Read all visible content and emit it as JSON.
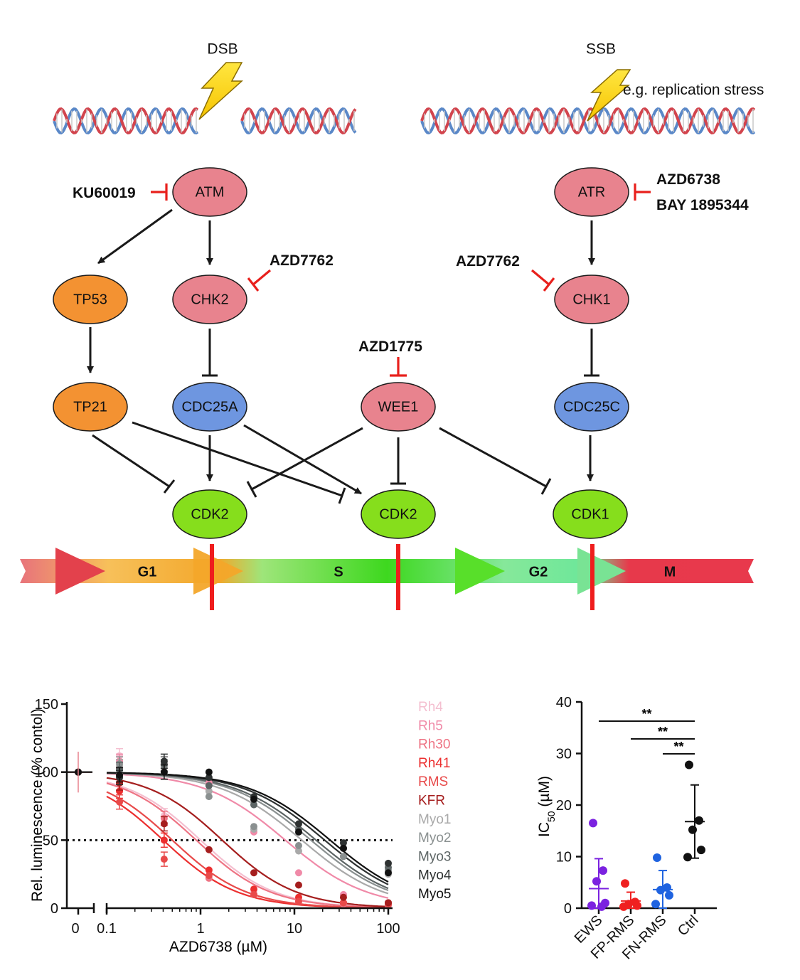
{
  "pathway": {
    "dsb_label": "DSB",
    "ssb_label": "SSB",
    "ssb_note": "e.g. replication stress",
    "nodes": {
      "atm": "ATM",
      "atr": "ATR",
      "tp53": "TP53",
      "chk2": "CHK2",
      "chk1": "CHK1",
      "tp21": "TP21",
      "cdc25a": "CDC25A",
      "wee1": "WEE1",
      "cdc25c": "CDC25C",
      "cdk2_g1": "CDK2",
      "cdk2_s": "CDK2",
      "cdk1": "CDK1"
    },
    "drugs": {
      "ku60019": "KU60019",
      "azd6738": "AZD6738",
      "bay": "BAY 1895344",
      "azd7762_a": "AZD7762",
      "azd7762_b": "AZD7762",
      "azd1775": "AZD1775"
    },
    "phases": {
      "g1": "G1",
      "s": "S",
      "g2": "G2",
      "m": "M"
    },
    "colors": {
      "pink_node": "#e8838e",
      "orange_node": "#f39232",
      "blue_node": "#6e96e0",
      "green_node": "#86de1c",
      "inhibitor": "#e8201c"
    }
  },
  "chart_data": [
    {
      "type": "line",
      "xlabel": "AZD6738 (µM)",
      "ylabel": "Rel. luminescence (% contol)",
      "x_scale": "log",
      "x_ticks": [
        "0",
        "0.1",
        "1",
        "10",
        "100"
      ],
      "y_ticks": [
        "0",
        "50",
        "100",
        "150"
      ],
      "ylim": [
        0,
        150
      ],
      "reference_line_y": 50,
      "x": [
        0.137,
        0.41,
        1.23,
        3.7,
        11.1,
        33.3,
        100
      ],
      "series": [
        {
          "name": "Rh4",
          "color": "#f4bfd0",
          "ic50": 1.0,
          "values": [
            112,
            68,
            28,
            12,
            5,
            4,
            3
          ]
        },
        {
          "name": "Rh5",
          "color": "#f08aa8",
          "ic50": 8.0,
          "values": [
            108,
            106,
            92,
            56,
            26,
            10,
            4
          ]
        },
        {
          "name": "Rh30",
          "color": "#ee7484",
          "ic50": 0.9,
          "values": [
            104,
            66,
            22,
            10,
            5,
            3,
            2
          ]
        },
        {
          "name": "Rh41",
          "color": "#ec2f2f",
          "ic50": 0.4,
          "values": [
            86,
            50,
            28,
            14,
            8,
            4,
            3
          ]
        },
        {
          "name": "RMS",
          "color": "#e84a4a",
          "ic50": 0.5,
          "values": [
            78,
            36,
            24,
            10,
            5,
            4,
            3
          ]
        },
        {
          "name": "KFR",
          "color": "#a51e1e",
          "ic50": 1.7,
          "values": [
            92,
            62,
            43,
            26,
            17,
            8,
            4
          ]
        },
        {
          "name": "Myo1",
          "color": "#a9a9a9",
          "ic50": 12.0,
          "values": [
            104,
            100,
            86,
            58,
            42,
            38,
            25
          ]
        },
        {
          "name": "Myo2",
          "color": "#8a9090",
          "ic50": 15.0,
          "values": [
            106,
            104,
            82,
            60,
            46,
            38,
            28
          ]
        },
        {
          "name": "Myo3",
          "color": "#5c6464",
          "ic50": 17.0,
          "values": [
            102,
            106,
            90,
            76,
            58,
            44,
            30
          ]
        },
        {
          "name": "Myo4",
          "color": "#2e3232",
          "ic50": 21.0,
          "values": [
            96,
            108,
            96,
            82,
            62,
            48,
            33
          ]
        },
        {
          "name": "Myo5",
          "color": "#111111",
          "ic50": 24.0,
          "values": [
            98,
            100,
            100,
            80,
            56,
            44,
            26
          ]
        }
      ]
    },
    {
      "type": "scatter",
      "ylabel_main": "IC",
      "ylabel_sub": "50",
      "ylabel_unit": " (µM)",
      "ylim": [
        0,
        40
      ],
      "y_ticks": [
        "0",
        "10",
        "20",
        "30",
        "40"
      ],
      "categories": [
        "EWS",
        "FP-RMS",
        "FN-RMS",
        "Ctrl"
      ],
      "groups": [
        {
          "name": "EWS",
          "color": "#7b22e0",
          "values": [
            16.5,
            7.3,
            5.2,
            1.0,
            0.5,
            0.3
          ],
          "mean": 3.8,
          "sd": 5.8
        },
        {
          "name": "FP-RMS",
          "color": "#ef2020",
          "values": [
            4.8,
            1.2,
            0.8,
            0.5,
            0.3
          ],
          "mean": 1.4,
          "sd": 1.7
        },
        {
          "name": "FN-RMS",
          "color": "#1f63e0",
          "values": [
            9.8,
            4.0,
            3.5,
            2.5,
            0.8
          ],
          "mean": 3.6,
          "sd": 3.7
        },
        {
          "name": "Ctrl",
          "color": "#111111",
          "values": [
            27.8,
            17.0,
            15.2,
            11.3,
            9.9
          ],
          "mean": 16.8,
          "sd": 7.1
        }
      ],
      "significance": [
        {
          "from": "EWS",
          "to": "Ctrl",
          "label": "**"
        },
        {
          "from": "FP-RMS",
          "to": "Ctrl",
          "label": "**"
        },
        {
          "from": "FN-RMS",
          "to": "Ctrl",
          "label": "**"
        }
      ]
    }
  ]
}
